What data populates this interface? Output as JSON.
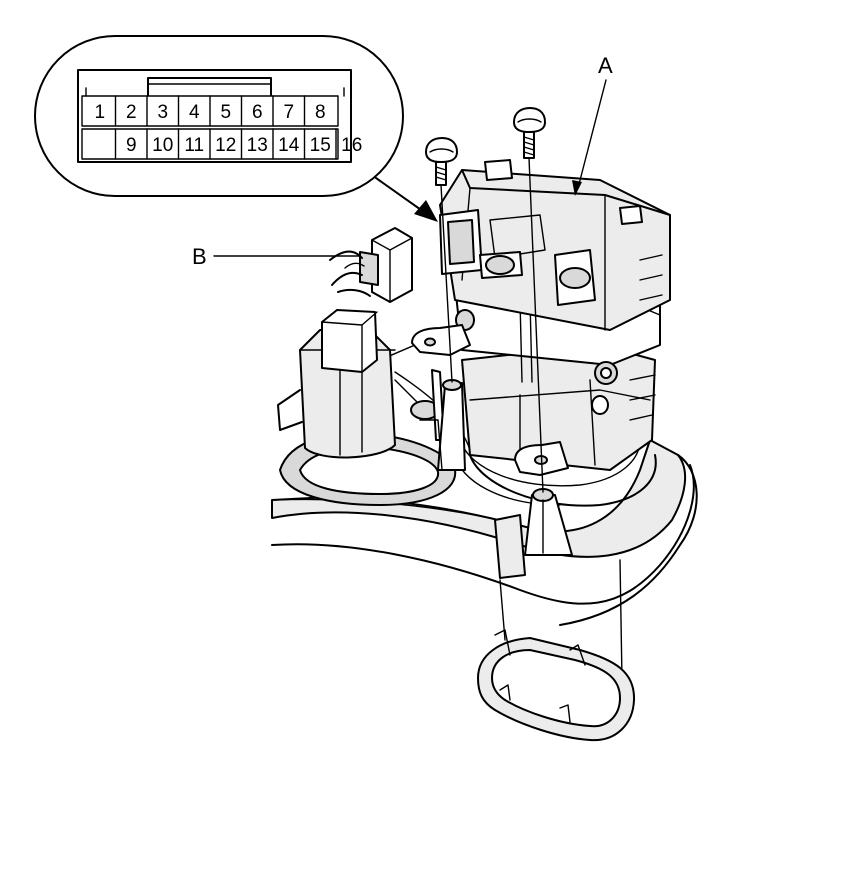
{
  "connector": {
    "top_row": [
      "1",
      "2",
      "3",
      "4",
      "5",
      "6",
      "7",
      "8"
    ],
    "bottom_row": [
      "9",
      "10",
      "11",
      "12",
      "13",
      "14",
      "15",
      "16"
    ]
  },
  "callouts": {
    "a": "A",
    "b": "B"
  }
}
